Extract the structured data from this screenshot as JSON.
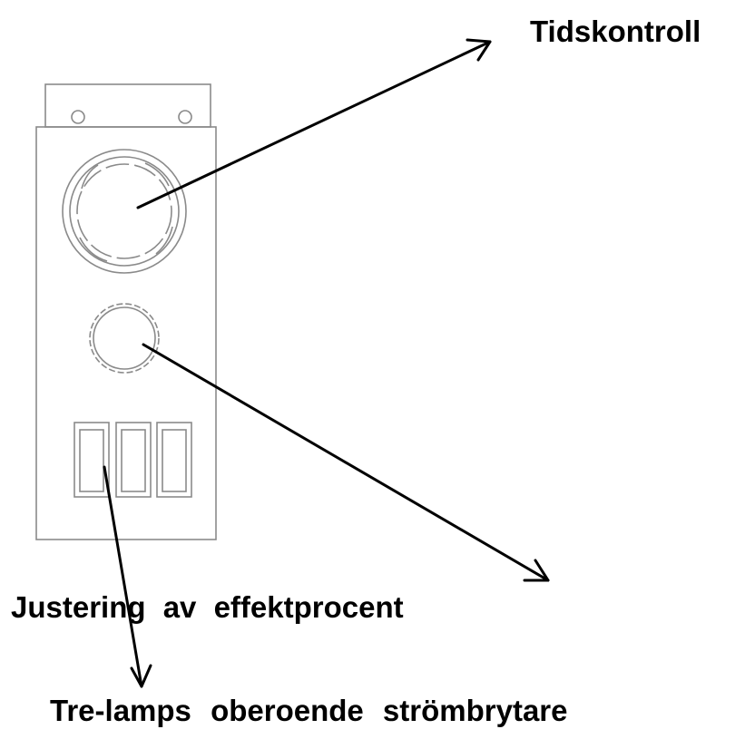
{
  "labels": {
    "time_control": "Tidskontroll",
    "power_adjust": "Justering av effektprocent",
    "switches": "Tre-lamps oberoende strömbrytare"
  },
  "colors": {
    "line": "#000000",
    "device_outline": "#8a8a8a",
    "background": "#ffffff"
  }
}
